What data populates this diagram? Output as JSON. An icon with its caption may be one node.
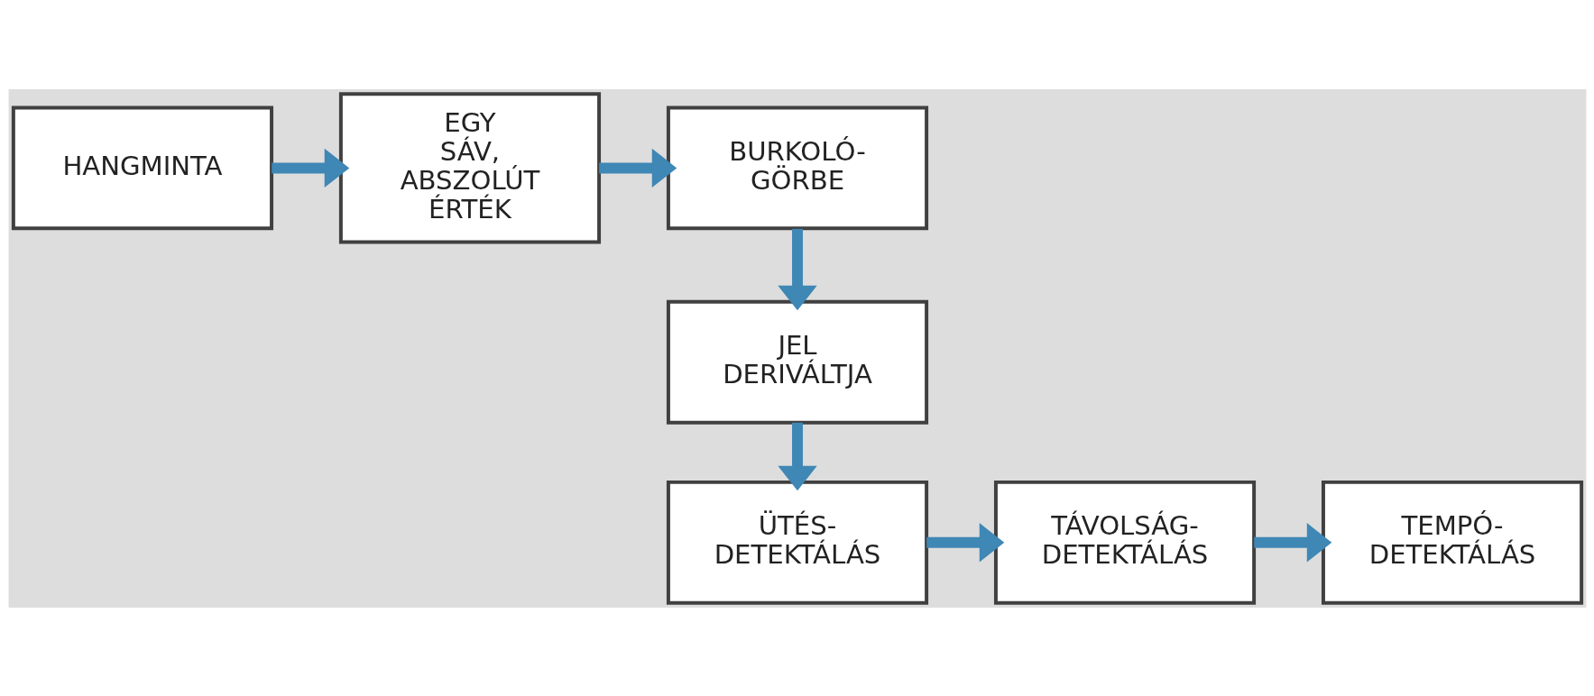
{
  "diagram": {
    "nodes": [
      {
        "text": [
          "HANGMINTA"
        ]
      },
      {
        "text": [
          "EGY SÁV, ABSZOLÚT ÉRTÉK"
        ]
      },
      {
        "text": [
          "BURKOLÓ- GÖRBE"
        ]
      },
      {
        "text": [
          "JEL DERIVÁLTJA"
        ]
      },
      {
        "text": [
          "ÜTÉS- DETEKTÁLÁS"
        ]
      },
      {
        "text": [
          "TÁVOLSÁG- DETEKTÁLÁS"
        ]
      },
      {
        "text": [
          "TEMPÓ- DETEKTÁLÁS"
        ]
      }
    ],
    "edges": [
      {
        "from": 0,
        "to": 1,
        "arrow": "to"
      },
      {
        "from": 1,
        "to": 2,
        "arrow": "to"
      },
      {
        "from": 2,
        "to": 3,
        "arrow": "to"
      },
      {
        "from": 3,
        "to": 4,
        "arrow": "to"
      },
      {
        "from": 4,
        "to": 5,
        "arrow": "to"
      },
      {
        "from": 5,
        "to": 6,
        "arrow": "to"
      }
    ]
  }
}
